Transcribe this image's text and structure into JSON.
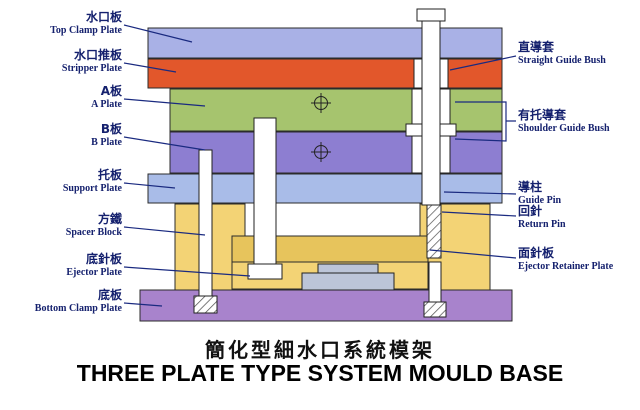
{
  "title": {
    "zh": "簡化型細水口系統模架",
    "en": "THREE PLATE TYPE SYSTEM MOULD BASE"
  },
  "labels": {
    "left": [
      {
        "zh": "水口板",
        "en": "Top Clamp Plate"
      },
      {
        "zh": "水口推板",
        "en": "Stripper Plate"
      },
      {
        "zh": "A板",
        "en": "A Plate"
      },
      {
        "zh": "B板",
        "en": "B Plate"
      },
      {
        "zh": "托板",
        "en": "Support Plate"
      },
      {
        "zh": "方鐵",
        "en": "Spacer Block"
      },
      {
        "zh": "底針板",
        "en": "Ejector Plate"
      },
      {
        "zh": "底板",
        "en": "Bottom Clamp Plate"
      }
    ],
    "right": [
      {
        "zh": "直導套",
        "en": "Straight Guide Bush"
      },
      {
        "zh": "有托導套",
        "en": "Shoulder Guide Bush"
      },
      {
        "zh": "導柱",
        "en": "Guide Pin"
      },
      {
        "zh": "回針",
        "en": "Return Pin"
      },
      {
        "zh": "面針板",
        "en": "Ejector Retainer Plate"
      }
    ]
  },
  "colors": {
    "top_clamp_plate": "#a9b1e6",
    "stripper_plate": "#e2572b",
    "a_plate": "#a6c46e",
    "b_plate": "#8d7ed1",
    "support_plate": "#a9bce8",
    "spacer_block": "#f3d375",
    "ejector_retainer_plate": "#e7c45c",
    "ejector_plate": "#f3d375",
    "bottom_clamp_plate": "#a883cc",
    "label_text": "#15216e",
    "leader_line": "#1a2a80"
  }
}
